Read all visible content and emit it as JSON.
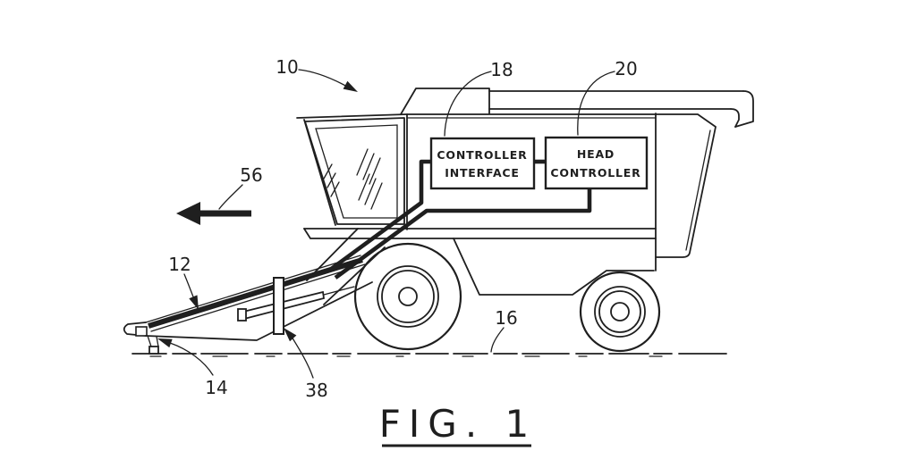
{
  "figure": {
    "caption": "FIG. 1",
    "reference_labels": {
      "combine": "10",
      "header": "12",
      "height_sensor": "14",
      "ground": "16",
      "controller_interface": "18",
      "head_controller": "20",
      "sensor_linkage": "38",
      "travel_direction": "56"
    },
    "blocks": {
      "controller_interface": {
        "line1": "CONTROLLER",
        "line2": "INTERFACE"
      },
      "head_controller": {
        "line1": "HEAD",
        "line2": "CONTROLLER"
      }
    },
    "colors": {
      "ink": "#1f1f1f",
      "background": "#ffffff"
    }
  }
}
